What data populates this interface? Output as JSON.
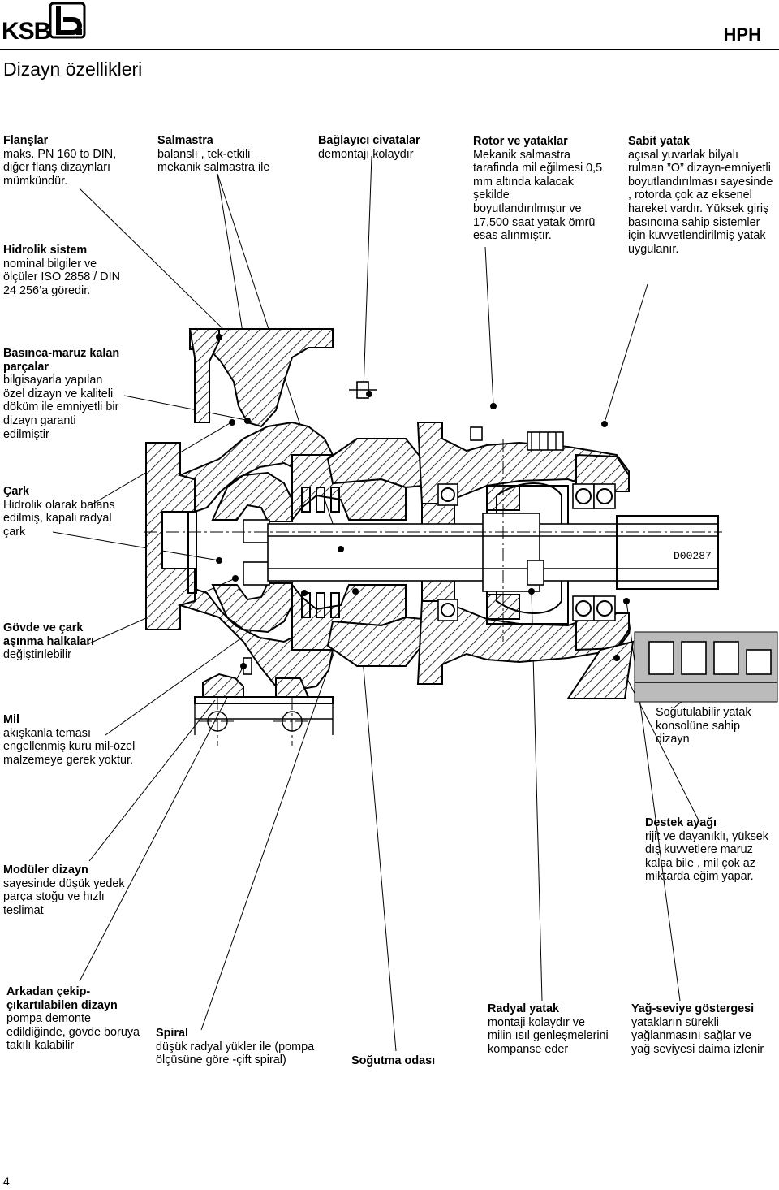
{
  "header": {
    "logo_text": "KSB",
    "logo_mark": "b.",
    "product": "HPH",
    "page_title": "Dizayn özellikleri"
  },
  "notes": {
    "flanges": {
      "title": "Flanşlar",
      "text": "maks. PN 160 to DIN, diğer flanş dizaynları mümkündür."
    },
    "hydraulic": {
      "title": "Hidrolik sistem",
      "text": "nominal bilgiler ve ölçüler ISO 2858 / DIN 24 256’a göredir."
    },
    "seal": {
      "title": "Salmastra",
      "text": "balanslı , tek-etkili mekanik salmastra ile"
    },
    "bolts": {
      "title": "Bağlayıcı civatalar",
      "text": "demontajı kolaydır"
    },
    "rotor": {
      "title": "Rotor ve yataklar",
      "text": "Mekanik salmastra tarafinda mil eğilmesi 0,5 mm altında kalacak şekilde boyutlandırılmıştır ve 17,500 saat yatak ömrü esas alınmıştır."
    },
    "fixed_bearing": {
      "title": "Sabit yatak",
      "text": "açısal yuvarlak bilyalı rulman ”O” dizayn-emniyetli boyutlandırılması sayesinde , rotorda çok az eksenel hareket vardır. Yüksek giriş basıncına sahip sistemler için kuvvetlendirilmiş yatak uygulanır."
    },
    "pressure_parts": {
      "title": "Basınca-maruz kalan parçalar",
      "text": "bilgisayarla yapılan özel dizayn ve kaliteli döküm ile emniyetli bir dizayn garanti edilmiştir"
    },
    "impeller": {
      "title": "Çark",
      "text": "Hidrolik olarak balans edilmiş, kapali radyal çark"
    },
    "wear_rings": {
      "title": "Gövde ve çark aşınma halkaları",
      "text": "değiştirılebilir"
    },
    "shaft": {
      "title": "Mil",
      "text": "akışkanla teması engellenmiş kuru mil-özel malzemeye gerek yoktur."
    },
    "cooled_bracket": {
      "title": "",
      "text": "Soğutulabilir yatak konsolüne sahip dizayn"
    },
    "support_foot": {
      "title": "Destek ayağı",
      "text": "rijit ve dayanıklı, yüksek dış kuvvetlere maruz kalsa bile , mil çok az miktarda eğim yapar."
    },
    "modular": {
      "title": "Modüler dizayn",
      "text": "sayesinde düşük yedek parça stoğu ve hızlı teslimat"
    },
    "back_pull_out": {
      "title": "Arkadan çekip-çıkartılabilen dizayn",
      "text": "pompa demonte edildiğinde, gövde boruya takılı kalabilir"
    },
    "volute": {
      "title": "Spiral",
      "text": "düşük radyal yükler ile (pompa ölçüsüne göre -çift spiral)"
    },
    "cooling_chamber": {
      "title": "Soğutma odası",
      "text": ""
    },
    "radial_bearing": {
      "title": "Radyal yatak",
      "text": "montaji kolaydır ve milin ısıl genleşmelerini kompanse eder"
    },
    "oil_level": {
      "title": "Yağ-seviye göstergesi",
      "text": "yatakların sürekli yağlanmasını sağlar ve yağ seviyesi daima izlenir"
    }
  },
  "drawing": {
    "code": "D00287"
  },
  "footer": {
    "page_number": "4"
  }
}
